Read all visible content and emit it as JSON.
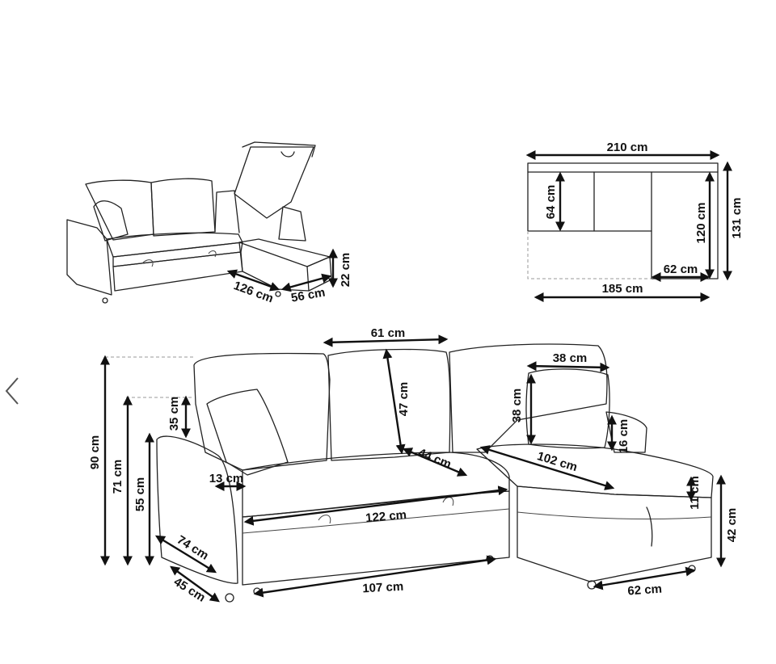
{
  "navigation": {
    "prev_icon": "chevron-left-icon"
  },
  "thumbnail_dims": {
    "length": "126 cm",
    "width": "56 cm",
    "height": "22 cm"
  },
  "top_view_dims": {
    "total_width": "210 cm",
    "seat_depth": "64 cm",
    "chaise_length": "120 cm",
    "total_depth": "131 cm",
    "chaise_width": "62 cm",
    "bed_length": "185 cm"
  },
  "main_dims": {
    "back_cushion_width": "61 cm",
    "pillow_width": "38 cm",
    "back_cushion_height": "47 cm",
    "pillow_height": "38 cm",
    "total_height": "90 cm",
    "back_height": "71 cm",
    "arm_height": "55 cm",
    "backrest_above_arm": "35 cm",
    "armrest_width": "13 cm",
    "seat_depth": "44 cm",
    "chaise_seat_length": "102 cm",
    "chaise_arm_height": "16 cm",
    "chaise_cushion": "11 cm",
    "chaise_height": "42 cm",
    "bed_width": "122 cm",
    "arm_depth": "74 cm",
    "seat_height": "45 cm",
    "base_width": "107 cm",
    "chaise_base_width": "62 cm"
  }
}
